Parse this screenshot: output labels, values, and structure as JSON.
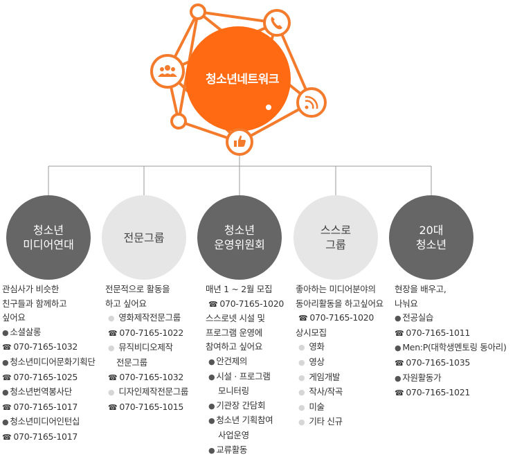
{
  "hub": {
    "title": "청소년네트워크"
  },
  "icons": [
    "phone-icon",
    "group-icon",
    "wifi-icon",
    "thumbs-up-icon"
  ],
  "colors": {
    "orange": "#ff6a13",
    "orange_light": "#f7914a",
    "dark": "#666666",
    "light": "#e6e6e6"
  },
  "groups": [
    {
      "label": "청소년\n미디어연대",
      "style": "dark",
      "lines": [
        {
          "t": "관심사가 비슷한",
          "k": "text"
        },
        {
          "t": "친구들과 함께하고",
          "k": "text"
        },
        {
          "t": "싶어요",
          "k": "text"
        },
        {
          "t": "소셜살롱",
          "k": "dark-dot"
        },
        {
          "t": "070-7165-1032",
          "k": "phone"
        },
        {
          "t": "청소년미디어문화기획단",
          "k": "dark-dot"
        },
        {
          "t": "070-7165-1025",
          "k": "phone"
        },
        {
          "t": "청소년번역봉사단",
          "k": "dark-dot"
        },
        {
          "t": "070-7165-1017",
          "k": "phone"
        },
        {
          "t": "청소년미디어인턴십",
          "k": "dark-dot"
        },
        {
          "t": "070-7165-1017",
          "k": "phone"
        }
      ]
    },
    {
      "label": "전문그룹",
      "style": "light",
      "lines": [
        {
          "t": "전문적으로 활동을",
          "k": "text"
        },
        {
          "t": "하고 싶어요",
          "k": "text"
        },
        {
          "t": "영화제작전문그룹",
          "k": "light-dot"
        },
        {
          "t": "070-7165-1022",
          "k": "phone"
        },
        {
          "t": "뮤직비디오제작",
          "k": "light-dot"
        },
        {
          "t": "전문그룹",
          "k": "indent"
        },
        {
          "t": "070-7165-1032",
          "k": "phone"
        },
        {
          "t": "디자인제작전문그룹",
          "k": "light-dot"
        },
        {
          "t": "070-7165-1015",
          "k": "phone"
        }
      ]
    },
    {
      "label": "청소년\n운영위원회",
      "style": "dark",
      "lines": [
        {
          "t": "매년 1 ~ 2월 모집",
          "k": "text"
        },
        {
          "t": "070-7165-1020",
          "k": "phone"
        },
        {
          "t": "스스로넷 시설 및",
          "k": "text"
        },
        {
          "t": "프로그램 운영에",
          "k": "text"
        },
        {
          "t": "참여하고 싶어요",
          "k": "text"
        },
        {
          "t": "안건제의",
          "k": "dark-dot"
        },
        {
          "t": "시설 · 프로그램",
          "k": "dark-dot"
        },
        {
          "t": "모니터링",
          "k": "indent"
        },
        {
          "t": "기관장 간담회",
          "k": "dark-dot"
        },
        {
          "t": "청소년 기획참여",
          "k": "dark-dot"
        },
        {
          "t": "사업운영",
          "k": "indent"
        },
        {
          "t": "교류활동",
          "k": "dark-dot"
        }
      ]
    },
    {
      "label": "스스로\n그룹",
      "style": "light",
      "lines": [
        {
          "t": "좋아하는 미디어분야의",
          "k": "text"
        },
        {
          "t": "동아리활동을 하고싶어요",
          "k": "text"
        },
        {
          "t": "070-7165-1020",
          "k": "phone"
        },
        {
          "t": "상시모집",
          "k": "text"
        },
        {
          "t": "영화",
          "k": "light-dot"
        },
        {
          "t": "영상",
          "k": "light-dot"
        },
        {
          "t": "게임개발",
          "k": "light-dot"
        },
        {
          "t": "작사/작곡",
          "k": "light-dot"
        },
        {
          "t": "미술",
          "k": "light-dot"
        },
        {
          "t": "기타 신규",
          "k": "light-dot"
        }
      ]
    },
    {
      "label": "20대\n청소년",
      "style": "dark",
      "lines": [
        {
          "t": "현장을 배우고,",
          "k": "text"
        },
        {
          "t": "나눠요",
          "k": "text"
        },
        {
          "t": "전공실습",
          "k": "dark-dot"
        },
        {
          "t": "070-7165-1011",
          "k": "phone"
        },
        {
          "t": "Men:P(대학생멘토링 동아리)",
          "k": "dark-dot"
        },
        {
          "t": "070-7165-1035",
          "k": "phone"
        },
        {
          "t": "자원활동가",
          "k": "dark-dot"
        },
        {
          "t": "070-7165-1021",
          "k": "phone"
        }
      ]
    }
  ]
}
